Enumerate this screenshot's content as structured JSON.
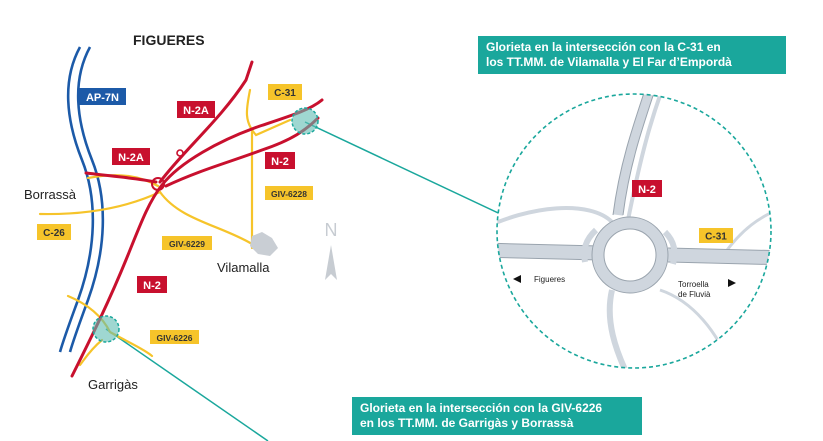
{
  "map": {
    "city_title": "FIGUERES",
    "places": {
      "borrassa": "Borrassà",
      "vilamalla": "Vilamalla",
      "garrigas": "Garrigàs"
    },
    "road_labels": {
      "ap7n": "AP-7N",
      "n2a_top": "N-2A",
      "n2a_left": "N-2A",
      "c31": "C-31",
      "n2_right": "N-2",
      "giv6228": "GIV-6228",
      "c26": "C-26",
      "giv6229": "GIV-6229",
      "n2_left": "N-2",
      "giv6226": "GIV-6226"
    },
    "north_label": "N"
  },
  "detail": {
    "n2_label": "N-2",
    "c31_label": "C-31",
    "figueres_label": "Figueres",
    "torroella_line1": "Torroella",
    "torroella_line2": "de Fluvià"
  },
  "callouts": {
    "top_line1": "Glorieta en la intersección con la C-31 en",
    "top_line2": "los TT.MM. de Vilamalla y El Far d’Empordà",
    "bottom_line1": "Glorieta en la intersección con la GIV-6226",
    "bottom_line2": "en los TT.MM. de Garrigàs y Borrassà"
  },
  "colors": {
    "motorway_blue": "#1c5aa8",
    "national_road_red": "#c8102e",
    "regional_road_yellow": "#f6c42a",
    "accent_teal": "#1aa79c",
    "road_gray": "#cfd6de"
  }
}
